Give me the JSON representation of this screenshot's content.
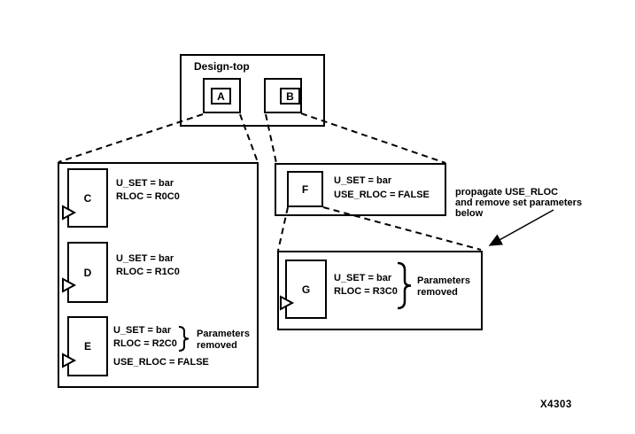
{
  "design_top": {
    "title": "Design-top",
    "block_a": "A",
    "block_b": "B"
  },
  "left_group": {
    "c": {
      "label": "C",
      "line1": "U_SET = bar",
      "line2": "RLOC = R0C0"
    },
    "d": {
      "label": "D",
      "line1": "U_SET = bar",
      "line2": "RLOC = R1C0"
    },
    "e": {
      "label": "E",
      "line1": "U_SET = bar",
      "line2": "RLOC = R2C0",
      "line3": "USE_RLOC = FALSE",
      "note_line1": "Parameters",
      "note_line2": "removed"
    }
  },
  "f_group": {
    "label": "F",
    "line1": "U_SET = bar",
    "line2": "USE_RLOC = FALSE"
  },
  "g_group": {
    "label": "G",
    "line1": "U_SET = bar",
    "line2": "RLOC = R3C0",
    "note_line1": "Parameters",
    "note_line2": "removed"
  },
  "annotation": {
    "line1": "propagate USE_RLOC",
    "line2": "and remove set parameters",
    "line3": "below"
  },
  "figure_id": "X4303",
  "icons": {
    "brace": "}",
    "input_chevron": "right-pointing open triangle",
    "annotation_arrow": "arrow pointing to G box corner"
  },
  "colors": {
    "ink": "#000000",
    "background": "#ffffff"
  }
}
